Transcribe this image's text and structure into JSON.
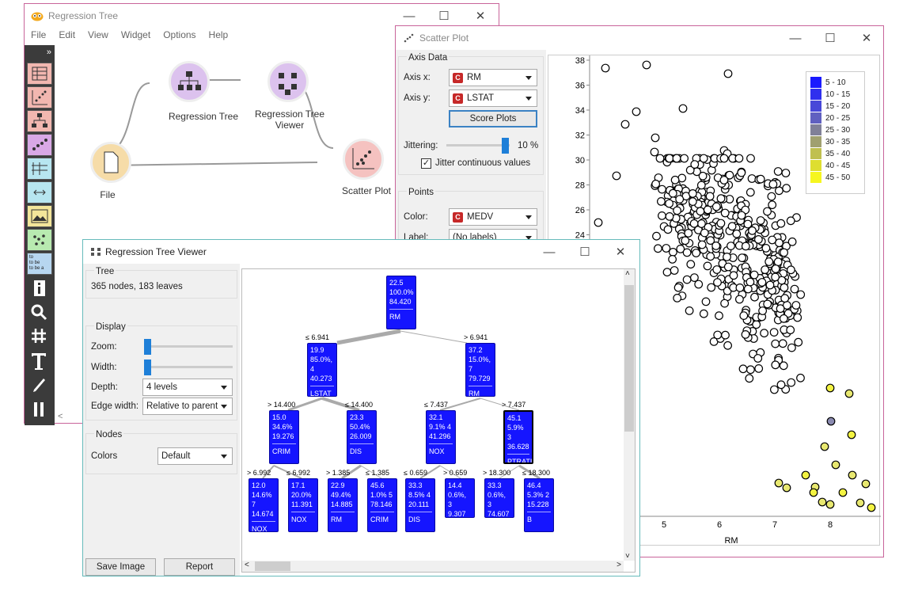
{
  "canvas_window": {
    "title": "Regression Tree",
    "menu": [
      "File",
      "Edit",
      "View",
      "Widget",
      "Options",
      "Help"
    ],
    "collapse_glyph": "»",
    "scroll_left_glyph": "<",
    "widgets": [
      {
        "label": "Regression Tree"
      },
      {
        "label": "Regression Tree\nViewer"
      },
      {
        "label": "File"
      },
      {
        "label": "Scatter Plot"
      }
    ],
    "toolbox_text": {
      "note_lines": [
        "to",
        "to be",
        "to be a"
      ]
    }
  },
  "scatter_window": {
    "title": "Scatter Plot",
    "axis_data": {
      "title": "Axis Data",
      "x_label": "Axis x:",
      "x_value": "RM",
      "y_label": "Axis y:",
      "y_value": "LSTAT",
      "score_button": "Score Plots",
      "jitter_label": "Jittering:",
      "jitter_value": "10 %",
      "jitter_check": "Jitter continuous values"
    },
    "points": {
      "title": "Points",
      "color_label": "Color:",
      "color_value": "MEDV",
      "label_label": "Label:",
      "label_value": "(No labels)"
    },
    "badge": "C",
    "legend": [
      {
        "label": "5 - 10",
        "color": "#1a1aff"
      },
      {
        "label": "10 - 15",
        "color": "#3030ee"
      },
      {
        "label": "15 - 20",
        "color": "#4848d8"
      },
      {
        "label": "20 - 25",
        "color": "#6060c0"
      },
      {
        "label": "25 - 30",
        "color": "#808098"
      },
      {
        "label": "30 - 35",
        "color": "#a0a070"
      },
      {
        "label": "35 - 40",
        "color": "#c0c050"
      },
      {
        "label": "40 - 45",
        "color": "#dede30"
      },
      {
        "label": "45 - 50",
        "color": "#f6f620"
      }
    ],
    "y_ticks": [
      "38",
      "36",
      "34",
      "32",
      "30",
      "28",
      "26",
      "24"
    ],
    "x_ticks": [
      "5",
      "6",
      "7",
      "8"
    ],
    "x_axis_label": "RM"
  },
  "tree_window": {
    "title": "Regression Tree Viewer",
    "tree_group": "Tree",
    "tree_info": "365 nodes, 183 leaves",
    "display_group": "Display",
    "zoom_label": "Zoom:",
    "width_label": "Width:",
    "depth_label": "Depth:",
    "depth_value": "4 levels",
    "edge_label": "Edge width:",
    "edge_value": "Relative to parent",
    "nodes_group": "Nodes",
    "colors_label": "Colors",
    "colors_value": "Default",
    "save_button": "Save Image",
    "report_button": "Report",
    "scroll_up_glyph": "˄",
    "scroll_down_glyph": "˅",
    "scroll_left_glyph": "<",
    "scroll_right_glyph": ">",
    "nodes": [
      {
        "id": "root",
        "l1": "22.5",
        "l2": "100.0%",
        "l3": "84.420",
        "split": "RM",
        "edge": ""
      },
      {
        "id": "a",
        "l1": "19.9",
        "l2": "85.0%, 4",
        "l3": "40.273",
        "split": "LSTAT",
        "edge": "≤ 6.941"
      },
      {
        "id": "b",
        "l1": "37.2",
        "l2": "15.0%, 7",
        "l3": "79.729",
        "split": "RM",
        "edge": "> 6.941"
      },
      {
        "id": "aa",
        "l1": "15.0",
        "l2": "34.6%",
        "l3": "19.276",
        "split": "CRIM",
        "edge": "> 14.400"
      },
      {
        "id": "ab",
        "l1": "23.3",
        "l2": "50.4%",
        "l3": "26.009",
        "split": "DIS",
        "edge": "≤ 14.400"
      },
      {
        "id": "ba",
        "l1": "32.1",
        "l2": "9.1% 4",
        "l3": "41.296",
        "split": "NOX",
        "edge": "≤ 7.437"
      },
      {
        "id": "bb",
        "l1": "45.1",
        "l2": "5.9% 3",
        "l3": "36.628",
        "split": "PTRATIO",
        "edge": "> 7.437"
      },
      {
        "id": "l1",
        "l1": "12.0",
        "l2": "14.6% 7",
        "l3": "14.674",
        "split": "NOX",
        "edge": "> 6.992"
      },
      {
        "id": "l2",
        "l1": "17.1",
        "l2": "20.0%",
        "l3": "11.391",
        "split": "NOX",
        "edge": "≤ 6.992"
      },
      {
        "id": "l3",
        "l1": "22.9",
        "l2": "49.4%",
        "l3": "14.885",
        "split": "RM",
        "edge": "> 1.385"
      },
      {
        "id": "l4",
        "l1": "45.6",
        "l2": "1.0% 5",
        "l3": "78.146",
        "split": "CRIM",
        "edge": "≤ 1.385"
      },
      {
        "id": "l5",
        "l1": "33.3",
        "l2": "8.5% 4",
        "l3": "20.111",
        "split": "DIS",
        "edge": "≤ 0.659"
      },
      {
        "id": "l6",
        "l1": "14.4",
        "l2": "0.6%, 3",
        "l3": "9.307",
        "split": "",
        "edge": "> 0.659"
      },
      {
        "id": "l7",
        "l1": "33.3",
        "l2": "0.6%, 3",
        "l3": "74.607",
        "split": "",
        "edge": "> 18.300"
      },
      {
        "id": "l8",
        "l1": "46.4",
        "l2": "5.3% 2",
        "l3": "15.228",
        "split": "B",
        "edge": "≤ 18.300"
      }
    ]
  }
}
